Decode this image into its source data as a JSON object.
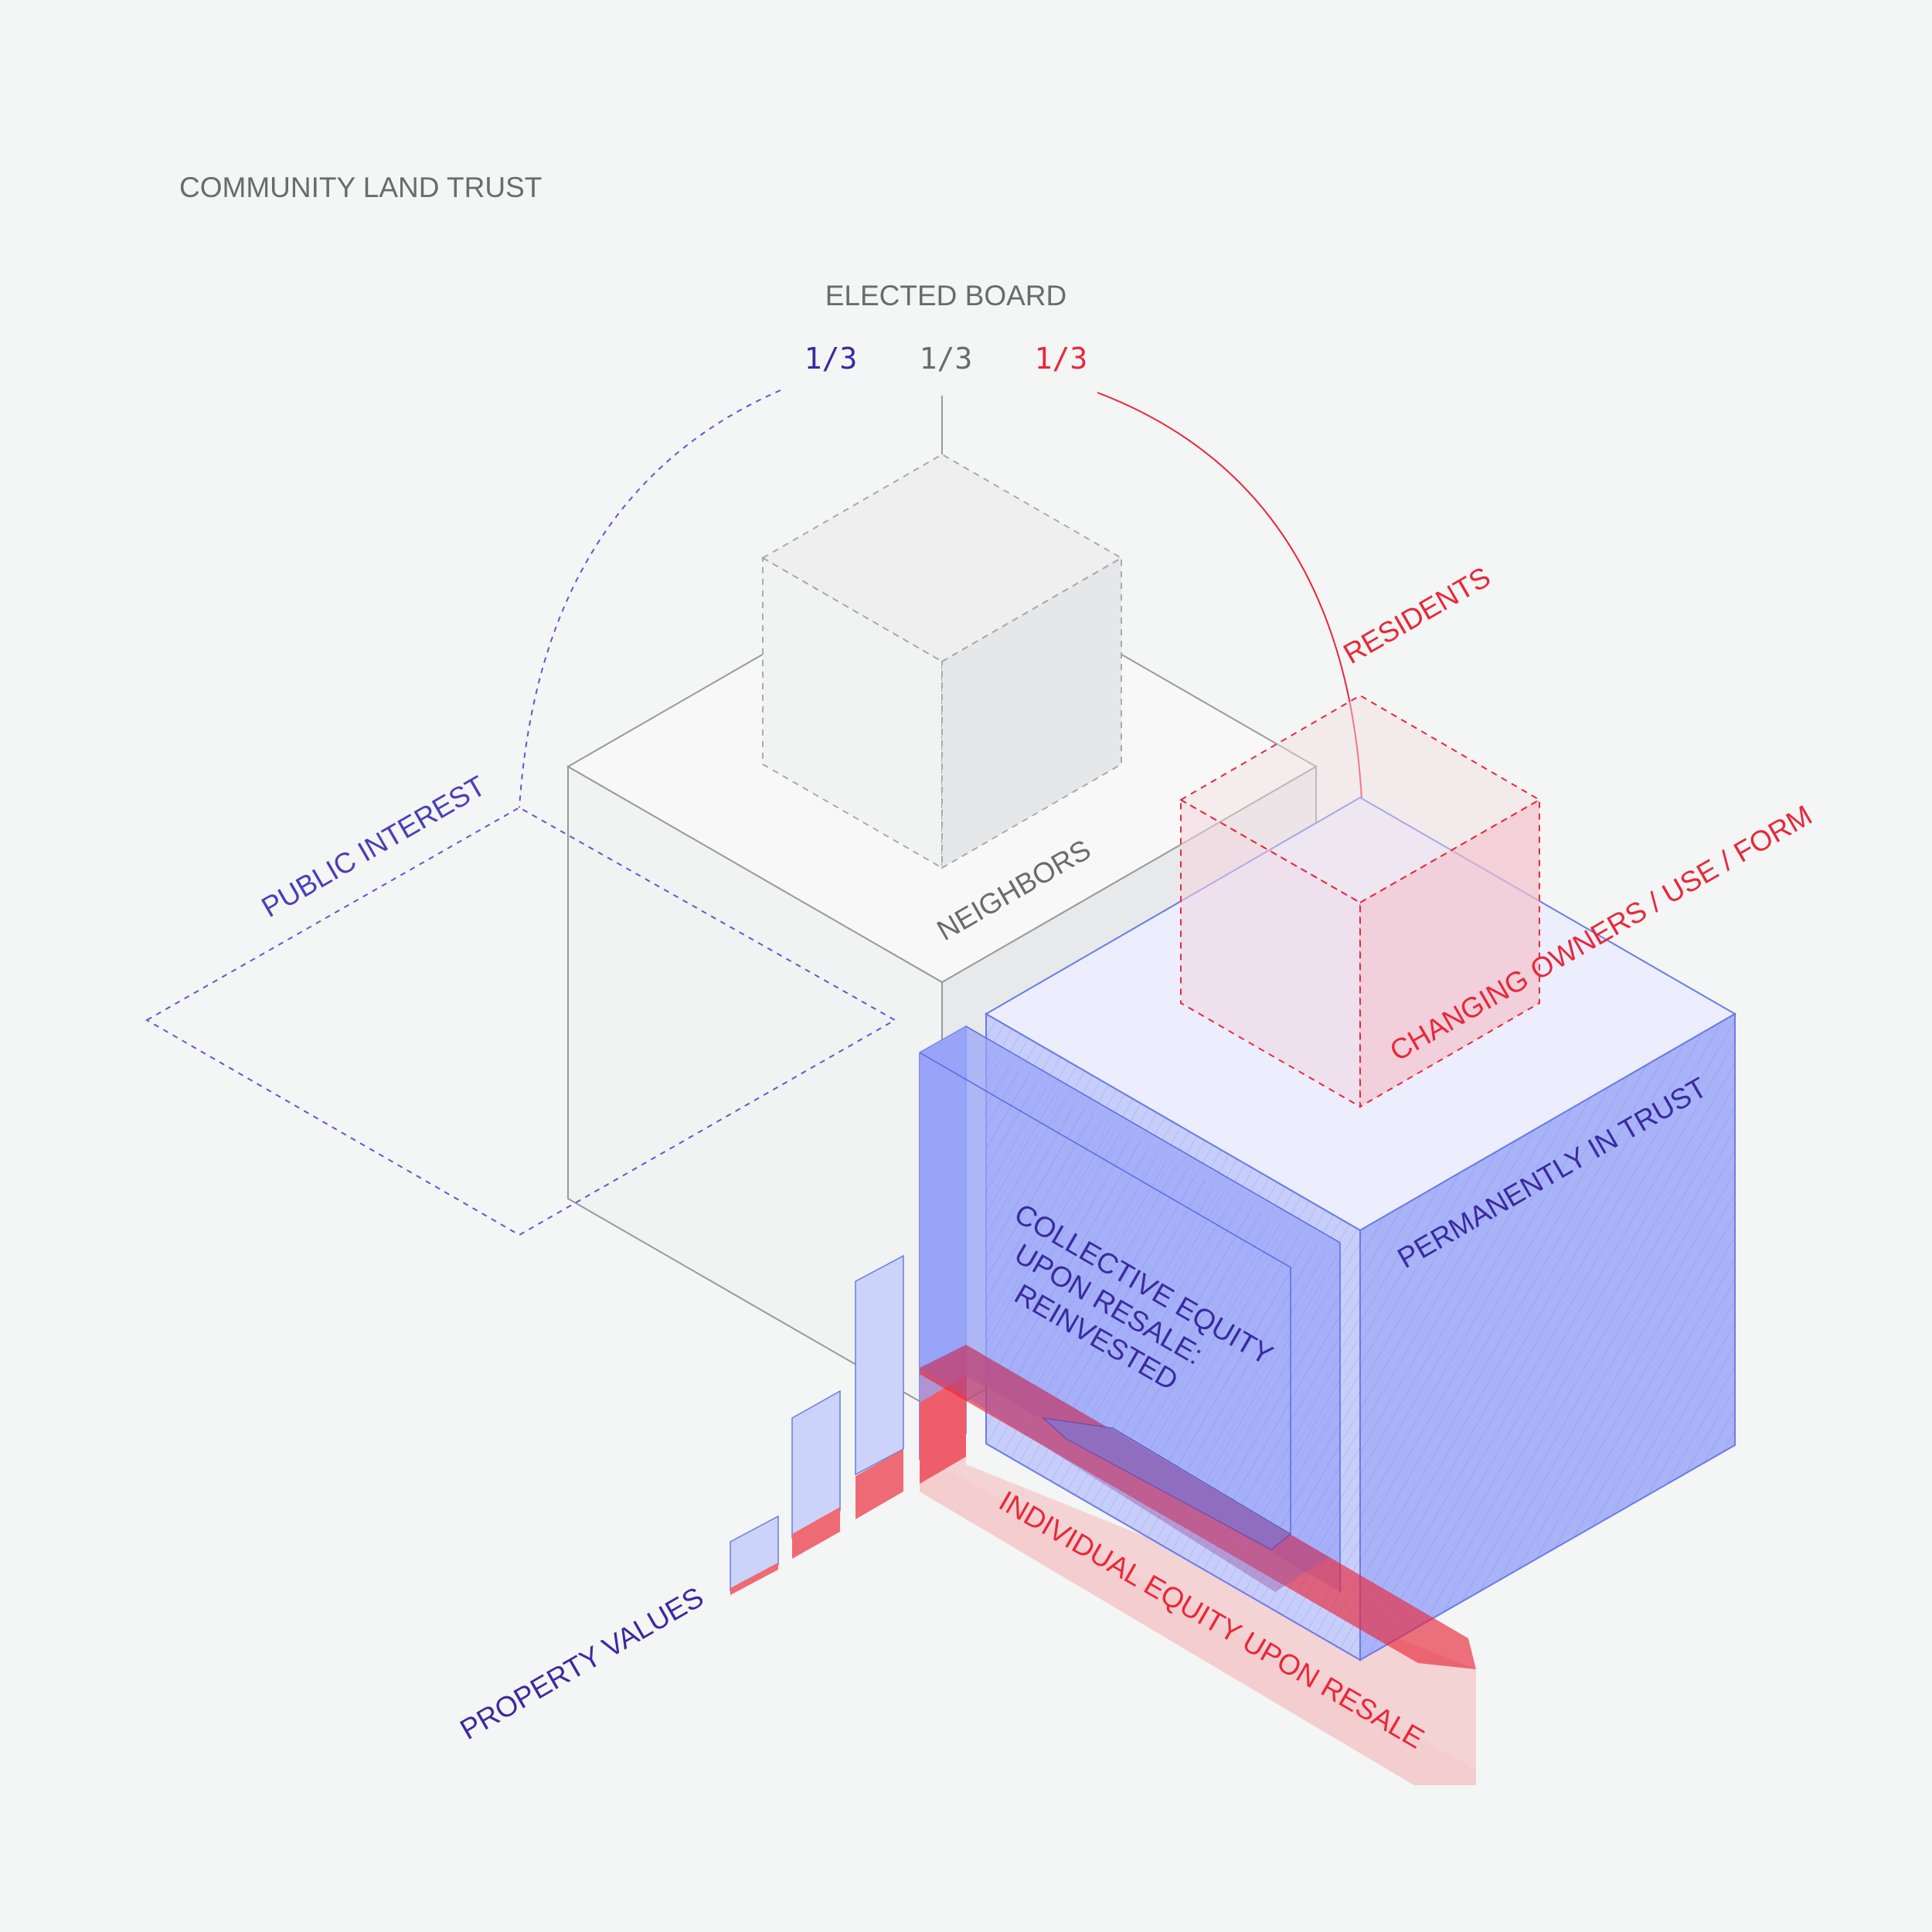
{
  "title": "COMMUNITY LAND TRUST",
  "board": {
    "label": "ELECTED BOARD",
    "share_public": "1/3",
    "share_neighbors": "1/3",
    "share_residents": "1/3"
  },
  "labels": {
    "public_interest": "PUBLIC INTEREST",
    "neighbors": "NEIGHBORS",
    "residents": "RESIDENTS",
    "changing": "CHANGING OWNERS / USE / FORM",
    "permanently": "PERMANENTLY IN TRUST",
    "collective_1": "COLLECTIVE EQUITY",
    "collective_2": "UPON RESALE:",
    "collective_3": "REINVESTED",
    "individual": "INDIVIDUAL EQUITY UPON RESALE",
    "property_values": "PROPERTY VALUES"
  },
  "colors": {
    "background": "#f4f5f5",
    "gray_text": "#6b6b6b",
    "blue_text": "#3a2aa0",
    "red": "#e8283a",
    "blue_fill": "#8e9cf6",
    "pale_blue": "#eceefe",
    "pale_red": "#f3cccf"
  }
}
